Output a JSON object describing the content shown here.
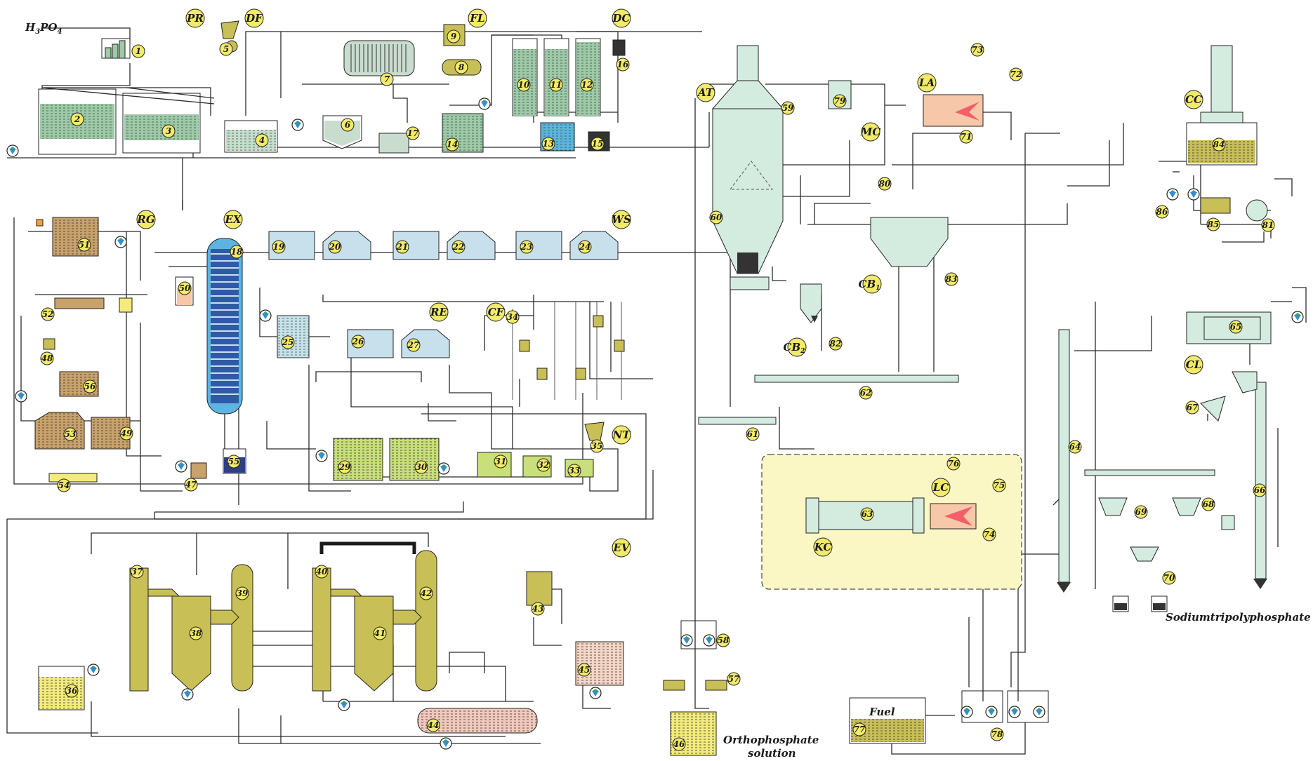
{
  "colors": {
    "tank_green": "#9fc9a8",
    "tank_gray_green": "#c9ddcf",
    "tank_light_blue": "#c8e0ec",
    "tank_blue": "#5db4e0",
    "tank_brown": "#c9a26b",
    "tank_olive": "#c9bf57",
    "tank_yellow": "#f3ec7a",
    "tank_lime": "#c9df79",
    "tank_peach": "#f6d6c6",
    "tank_pink": "#f2c9bd",
    "equip_mint": "#d4ebe0",
    "kiln_highlight": "#fbf7c4",
    "flame": "#f4a2a2",
    "label_badge": "#f1ea6a",
    "dark": "#333333"
  },
  "feed_label": {
    "main": "H",
    "sub1": "3",
    "mid": "PO",
    "sub2": "4"
  },
  "sections": {
    "PR": "PR",
    "DF": "DF",
    "FL": "FL",
    "DC": "DC",
    "RG": "RG",
    "EX": "EX",
    "WS": "WS",
    "RE": "RE",
    "CF": "CF",
    "NT": "NT",
    "EV": "EV",
    "AT": "AT",
    "MC": "MC",
    "LA": "LA",
    "CC": "CC",
    "CB1": "CB",
    "CB1_sub": "1",
    "CB2": "CB",
    "CB2_sub": "2",
    "CL": "CL",
    "LC": "LC",
    "KC": "KC"
  },
  "labels": {
    "n1": "1",
    "n2": "2",
    "n3": "3",
    "n4": "4",
    "n5": "5",
    "n6": "6",
    "n7": "7",
    "n8": "8",
    "n9": "9",
    "n10": "10",
    "n11": "11",
    "n12": "12",
    "n13": "13",
    "n14": "14",
    "n15": "15",
    "n16": "16",
    "n17": "17",
    "n18": "18",
    "n19": "19",
    "n20": "20",
    "n21": "21",
    "n22": "22",
    "n23": "23",
    "n24": "24",
    "n25": "25",
    "n26": "26",
    "n27": "27",
    "n29": "29",
    "n30": "30",
    "n31": "31",
    "n32": "32",
    "n33": "33",
    "n34": "34",
    "n35": "35",
    "n36": "36",
    "n37": "37",
    "n38": "38",
    "n39": "39",
    "n40": "40",
    "n41": "41",
    "n42": "42",
    "n43": "43",
    "n44": "44",
    "n45": "45",
    "n46": "46",
    "n47": "47",
    "n48": "48",
    "n49": "49",
    "n50": "50",
    "n51": "51",
    "n52": "52",
    "n53": "53",
    "n54": "54",
    "n55": "55",
    "n56": "56",
    "n57": "57",
    "n58": "58",
    "n59": "59",
    "n60": "60",
    "n61": "61",
    "n62": "62",
    "n63": "63",
    "n64": "64",
    "n65": "65",
    "n66": "66",
    "n67": "67",
    "n68": "68",
    "n69": "69",
    "n70": "70",
    "n71": "71",
    "n72": "72",
    "n73": "73",
    "n74": "74",
    "n75": "75",
    "n76": "76",
    "n77": "77",
    "n78": "78",
    "n79": "79",
    "n80": "80",
    "n81": "81",
    "n82": "82",
    "n83": "83",
    "n84": "84",
    "n85": "85",
    "n86": "86"
  },
  "captions": {
    "fuel": "Fuel",
    "product": "Sodiumtripolyphosphate",
    "ortho_line1": "Orthophosphate",
    "ortho_line2": "solution"
  }
}
